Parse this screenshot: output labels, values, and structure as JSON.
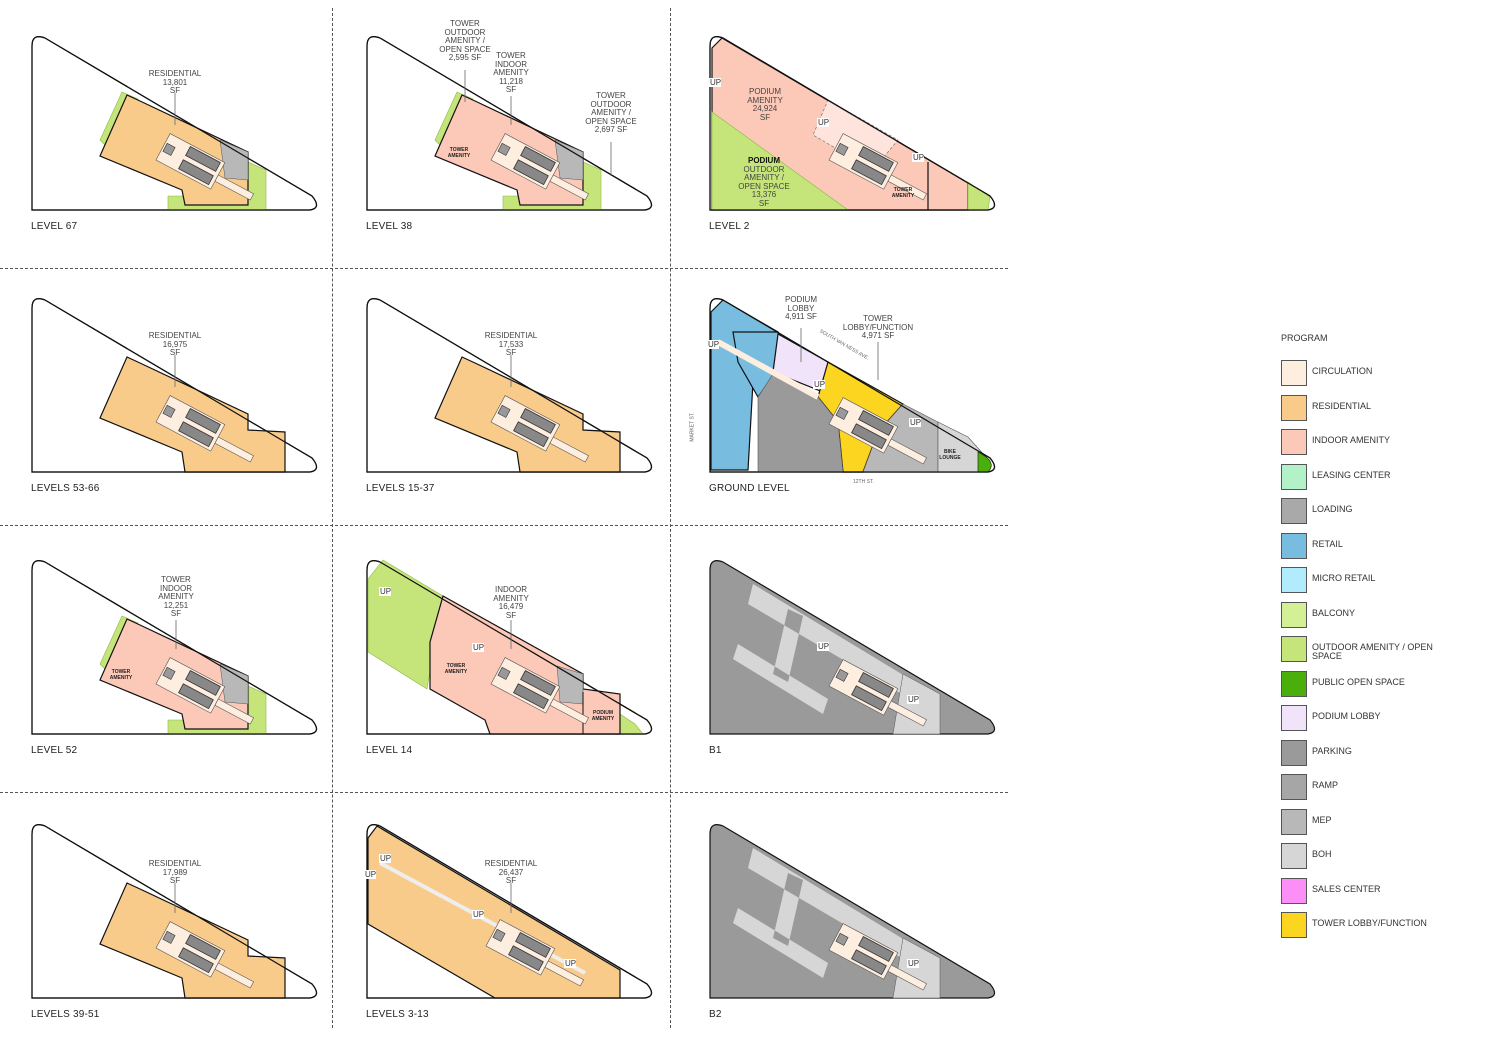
{
  "plans": [
    {
      "label": "LEVEL 67",
      "kind": "tower",
      "program": "residential",
      "callouts": [
        [
          "RESIDENTIAL",
          "13,801",
          "SF"
        ]
      ]
    },
    {
      "label": "LEVEL 38",
      "kind": "tower",
      "program": "indoor_amenity",
      "callouts": [
        [
          "TOWER",
          "OUTDOOR",
          "AMENITY /",
          "OPEN SPACE",
          "2,595 SF"
        ],
        [
          "TOWER",
          "INDOOR",
          "AMENITY",
          "11,218",
          "SF"
        ],
        [
          "TOWER",
          "OUTDOOR",
          "AMENITY /",
          "OPEN SPACE",
          "2,697 SF"
        ]
      ],
      "tags": [
        "TOWER AMENITY"
      ]
    },
    {
      "label": "LEVEL 2",
      "kind": "level2",
      "program": "indoor_amenity",
      "callouts": [
        [
          "PODIUM",
          "AMENITY",
          "24,924",
          "SF"
        ],
        [
          "PODIUM",
          "OUTDOOR",
          "AMENITY /",
          "OPEN SPACE",
          "13,376",
          "SF"
        ]
      ],
      "tags": [
        "TOWER AMENITY"
      ]
    },
    {
      "label": "LEVELS 53-66",
      "kind": "towerNoBalc",
      "program": "residential",
      "callouts": [
        [
          "RESIDENTIAL",
          "16,975",
          "SF"
        ]
      ]
    },
    {
      "label": "LEVELS 15-37",
      "kind": "towerNoBalc",
      "program": "residential",
      "callouts": [
        [
          "RESIDENTIAL",
          "17,533",
          "SF"
        ]
      ]
    },
    {
      "label": "GROUND LEVEL",
      "kind": "ground",
      "program": "tower_lobby",
      "callouts": [
        [
          "PODIUM",
          "LOBBY",
          "4,911 SF"
        ],
        [
          "TOWER",
          "LOBBY/FUNCTION",
          "4,971 SF"
        ]
      ],
      "tags": [
        "BIKE LOUNGE"
      ],
      "streets": [
        "SOUTH VAN NESS AVE.",
        "MARKET ST.",
        "12TH ST."
      ]
    },
    {
      "label": "LEVEL 52",
      "kind": "tower",
      "program": "indoor_amenity",
      "callouts": [
        [
          "TOWER",
          "INDOOR",
          "AMENITY",
          "12,251",
          "SF"
        ]
      ],
      "tags": [
        "TOWER AMENITY"
      ]
    },
    {
      "label": "LEVEL 14",
      "kind": "podium",
      "program": "indoor_amenity",
      "callouts": [
        [
          "INDOOR",
          "AMENITY",
          "16,479",
          "SF"
        ]
      ],
      "tags": [
        "TOWER AMENITY",
        "PODIUM AMENITY"
      ]
    },
    {
      "label": "B1",
      "kind": "basement",
      "program": "parking",
      "callouts": []
    },
    {
      "label": "LEVELS 39-51",
      "kind": "towerNoBalc",
      "program": "residential",
      "callouts": [
        [
          "RESIDENTIAL",
          "17,989",
          "SF"
        ]
      ]
    },
    {
      "label": "LEVELS 3-13",
      "kind": "podiumRes",
      "program": "residential",
      "callouts": [
        [
          "RESIDENTIAL",
          "26,437",
          "SF"
        ]
      ]
    },
    {
      "label": "B2",
      "kind": "basement",
      "program": "parking",
      "callouts": []
    }
  ],
  "up_label": "UP",
  "legend": {
    "title": "PROGRAM",
    "items": [
      {
        "label": "CIRCULATION",
        "color": "#fdeee0"
      },
      {
        "label": "RESIDENTIAL",
        "color": "#f9cb8b"
      },
      {
        "label": "INDOOR AMENITY",
        "color": "#fcc8b8"
      },
      {
        "label": "LEASING CENTER",
        "color": "#b3f1c8"
      },
      {
        "label": "LOADING",
        "color": "#a9a9a9"
      },
      {
        "label": "RETAIL",
        "color": "#78bde0"
      },
      {
        "label": "MICRO RETAIL",
        "color": "#b2ebfb"
      },
      {
        "label": "BALCONY",
        "color": "#d3f096"
      },
      {
        "label": "OUTDOOR AMENITY / OPEN SPACE",
        "color": "#c5e57a"
      },
      {
        "label": "PUBLIC OPEN SPACE",
        "color": "#4aaf0a"
      },
      {
        "label": "PODIUM LOBBY",
        "color": "#f1e3fa"
      },
      {
        "label": "PARKING",
        "color": "#9a9a9a"
      },
      {
        "label": "RAMP",
        "color": "#a6a6a6"
      },
      {
        "label": "MEP",
        "color": "#b8b8b8"
      },
      {
        "label": "BOH",
        "color": "#d6d6d6"
      },
      {
        "label": "SALES CENTER",
        "color": "#fb8ef7"
      },
      {
        "label": "TOWER LOBBY/FUNCTION",
        "color": "#fcd521"
      }
    ]
  }
}
